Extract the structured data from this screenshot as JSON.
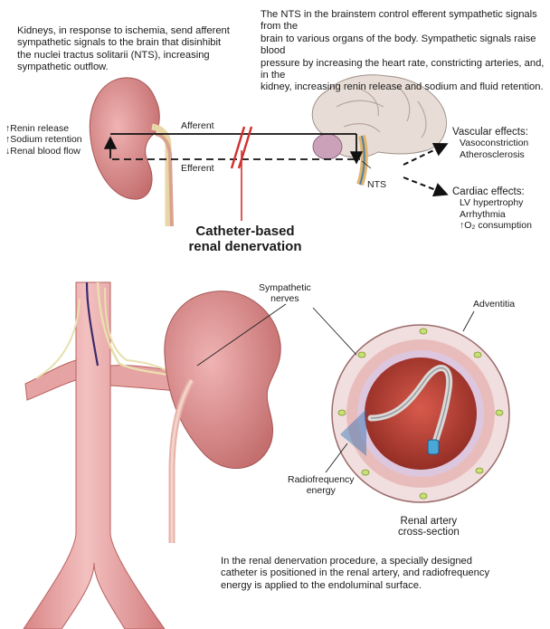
{
  "captions": {
    "kidney_text": "Kidneys, in response to ischemia, send afferent\nsympathetic signals to the brain that disinhibit\nthe nuclei tractus solitarii (NTS), increasing\nsympathetic outflow.",
    "nts_text": "The NTS in the brainstem control efferent sympathetic signals from the\nbrain to various organs of the body. Sympathetic signals raise blood\npressure by increasing the heart rate, constricting arteries, and, in the\nkidney, increasing renin release and sodium and fluid retention.",
    "procedure_text": "In the renal denervation procedure, a specially designed\ncatheter is positioned in the renal artery, and radiofrequency\nenergy is applied to the endoluminal surface."
  },
  "kidney_effects": [
    "↑Renin release",
    "↑Sodium retention",
    "↓Renal blood flow"
  ],
  "pathway": {
    "afferent": "Afferent",
    "efferent": "Efferent",
    "nts": "NTS",
    "procedure_title": "Catheter-based\nrenal denervation"
  },
  "vascular": {
    "title": "Vascular effects:",
    "items": [
      "Vasoconstriction",
      "Atherosclerosis"
    ]
  },
  "cardiac": {
    "title": "Cardiac effects:",
    "items": [
      "LV hypertrophy",
      "Arrhythmia",
      "↑O₂ consumption"
    ]
  },
  "anatomy": {
    "sympathetic_nerves": "Sympathetic\nnerves",
    "adventitia": "Adventitia",
    "rf_energy": "Radiofrequency\nenergy",
    "cross_section": "Renal artery\ncross-section"
  },
  "colors": {
    "kidney": "#d98a8a",
    "kidney_dark": "#b65e5e",
    "artery": "#e7a5a5",
    "nerve": "#e6dfb0",
    "accent_red": "#d32f2f",
    "brain": "#e7dcd8"
  }
}
